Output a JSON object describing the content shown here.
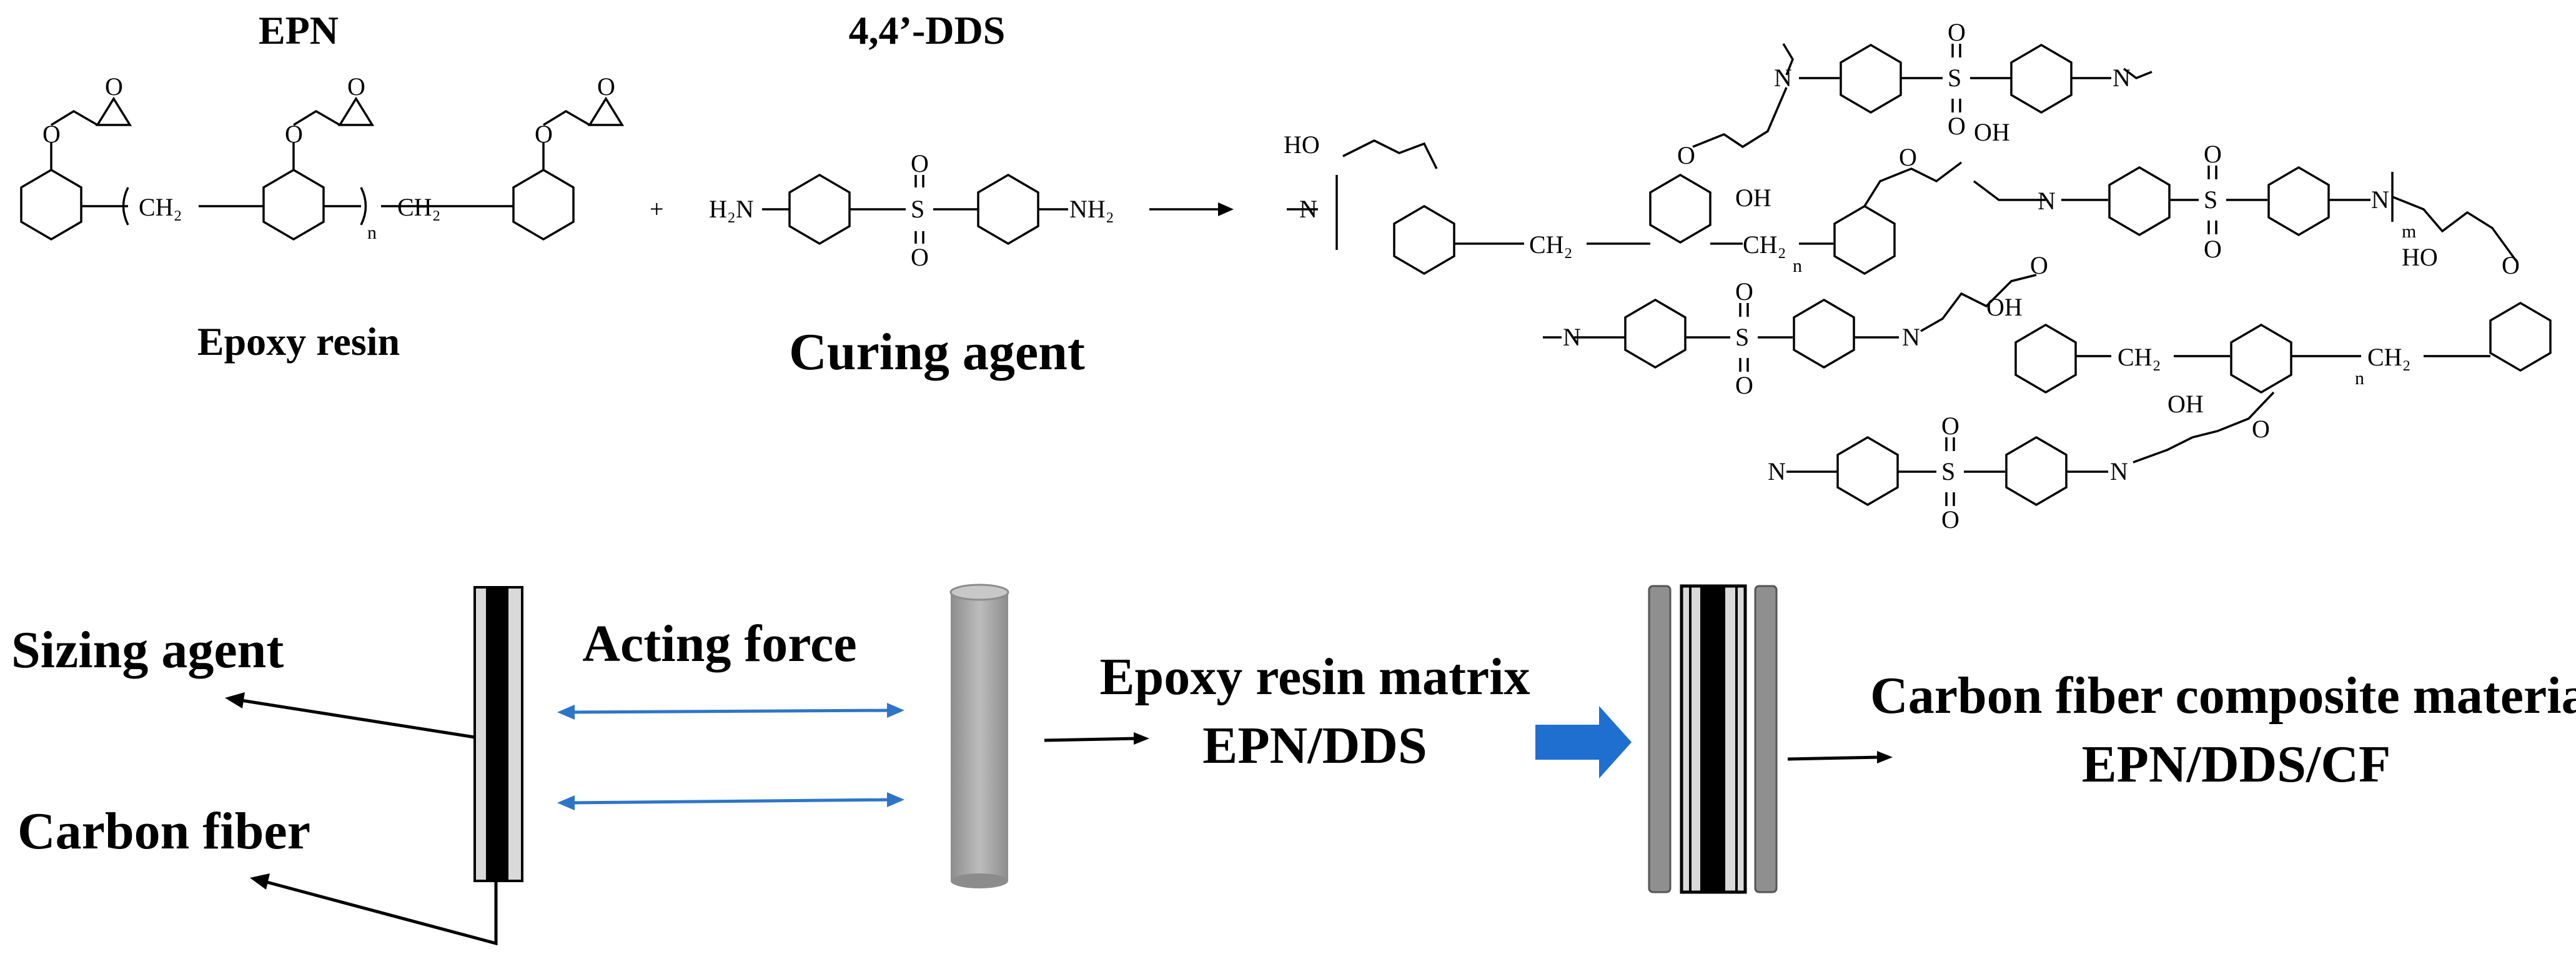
{
  "top": {
    "epn_title": "EPN",
    "epoxy_label": "Epoxy resin",
    "dds_title": "4,4’-DDS",
    "curing_label": "Curing agent",
    "plus": "+"
  },
  "atoms": {
    "oxygen": "O",
    "sulfur": "S",
    "nitrogen": "N",
    "hydroxyl": "OH",
    "hydroxyl_left": "HO",
    "methylene": "CH₂",
    "amine_left": "H₂N",
    "amine_right": "NH₂",
    "sub_n": "n",
    "sub_m": "m"
  },
  "bottom": {
    "sizing_agent": "Sizing agent",
    "carbon_fiber": "Carbon fiber",
    "acting_force": "Acting force",
    "matrix_line1": "Epoxy resin matrix",
    "matrix_line2": "EPN/DDS",
    "composite_line1": "Carbon fiber composite material",
    "composite_line2": "EPN/DDS/CF"
  },
  "colors": {
    "force_arrow": "#2e75c8",
    "process_arrow": "#1f6fd1",
    "resin_cylinder": "#a8a8a8",
    "fiber_core": "#000000",
    "sizing_layer": "#d9d9d9"
  }
}
